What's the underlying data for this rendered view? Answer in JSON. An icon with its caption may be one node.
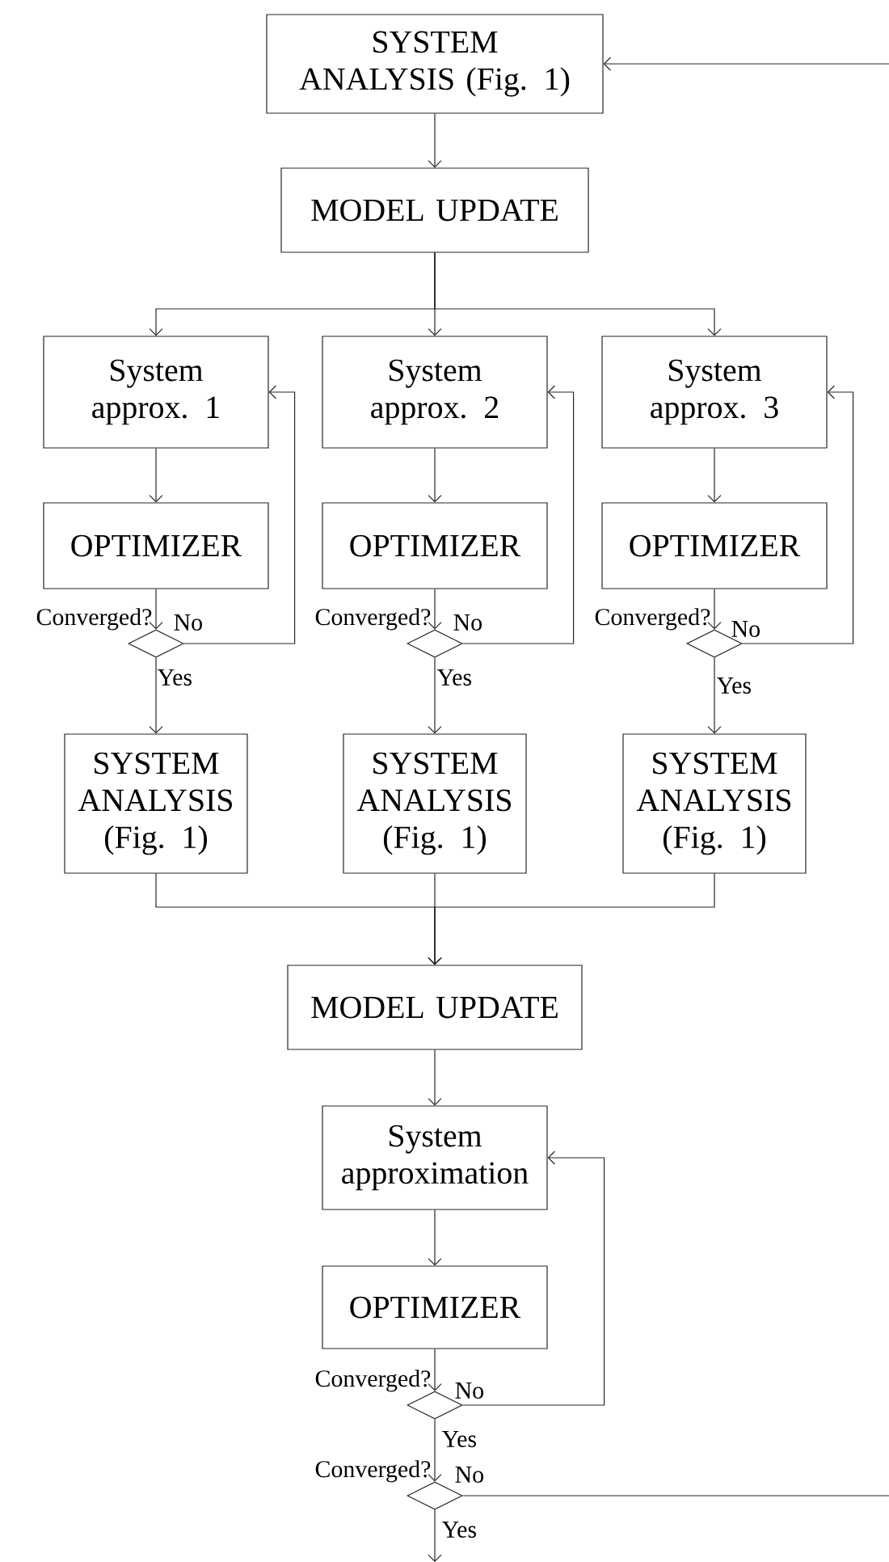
{
  "diagram": {
    "nodes": [
      {
        "text": [
          "SYSTEM ANALYSIS (Fig. 1)"
        ]
      },
      {
        "text": [
          "MODEL UPDATE"
        ]
      },
      {
        "text": [
          "System approx. 1"
        ]
      },
      {
        "text": [
          "System approx. 2"
        ]
      },
      {
        "text": [
          "System approx. 3"
        ]
      },
      {
        "text": [
          "OPTIMIZER"
        ]
      },
      {
        "text": [
          "OPTIMIZER"
        ]
      },
      {
        "text": [
          "OPTIMIZER"
        ]
      },
      {
        "text": [],
        "shape": "diamond",
        "beside": [
          "Converged?"
        ]
      },
      {
        "text": [],
        "shape": "diamond",
        "beside": [
          "Converged?"
        ]
      },
      {
        "text": [],
        "shape": "diamond",
        "beside": [
          "Converged?"
        ]
      },
      {
        "text": [
          "SYSTEM ANALYSIS (Fig. 1)"
        ]
      },
      {
        "text": [
          "SYSTEM ANALYSIS (Fig. 1)"
        ]
      },
      {
        "text": [
          "SYSTEM ANALYSIS (Fig. 1)"
        ]
      },
      {
        "text": [
          "MODEL UPDATE"
        ]
      },
      {
        "text": [
          "System approximation"
        ]
      },
      {
        "text": [
          "OPTIMIZER"
        ]
      },
      {
        "text": [],
        "shape": "diamond",
        "beside": [
          "Converged?"
        ]
      },
      {
        "text": [],
        "shape": "diamond",
        "beside": [
          "Converged?"
        ]
      }
    ],
    "edges": [
      {
        "from": null,
        "to": 0,
        "arrow": "to"
      },
      {
        "from": 0,
        "to": 1,
        "arrow": "to"
      },
      {
        "from": 1,
        "to": 2,
        "arrow": "to"
      },
      {
        "from": 1,
        "to": 3,
        "arrow": "to"
      },
      {
        "from": 1,
        "to": 4,
        "arrow": "to"
      },
      {
        "from": 2,
        "to": 5,
        "arrow": "to"
      },
      {
        "from": 3,
        "to": 6,
        "arrow": "to"
      },
      {
        "from": 4,
        "to": 7,
        "arrow": "to"
      },
      {
        "from": 5,
        "to": 8,
        "arrow": "to"
      },
      {
        "from": 6,
        "to": 9,
        "arrow": "to"
      },
      {
        "from": 7,
        "to": 10,
        "arrow": "to"
      },
      {
        "from": 8,
        "to": 2,
        "arrow": "to",
        "label": "No"
      },
      {
        "from": 9,
        "to": 3,
        "arrow": "to",
        "label": "No"
      },
      {
        "from": 10,
        "to": 4,
        "arrow": "to",
        "label": "No"
      },
      {
        "from": 8,
        "to": 11,
        "arrow": "to",
        "label": "Yes"
      },
      {
        "from": 9,
        "to": 12,
        "arrow": "to",
        "label": "Yes"
      },
      {
        "from": 10,
        "to": 13,
        "arrow": "to",
        "label": "Yes"
      },
      {
        "from": 11,
        "to": 14,
        "arrow": "to"
      },
      {
        "from": 12,
        "to": 14,
        "arrow": "to"
      },
      {
        "from": 13,
        "to": 14,
        "arrow": "to"
      },
      {
        "from": 14,
        "to": 15,
        "arrow": "to"
      },
      {
        "from": 15,
        "to": 16,
        "arrow": "to"
      },
      {
        "from": 16,
        "to": 17,
        "arrow": "to"
      },
      {
        "from": 17,
        "to": 15,
        "arrow": "to",
        "label": "No"
      },
      {
        "from": 17,
        "to": 18,
        "arrow": "to",
        "label": "Yes"
      },
      {
        "from": 18,
        "to": null,
        "arrow": "none",
        "label": "No"
      },
      {
        "from": 18,
        "to": null,
        "arrow": "to",
        "label": "Yes"
      }
    ]
  }
}
